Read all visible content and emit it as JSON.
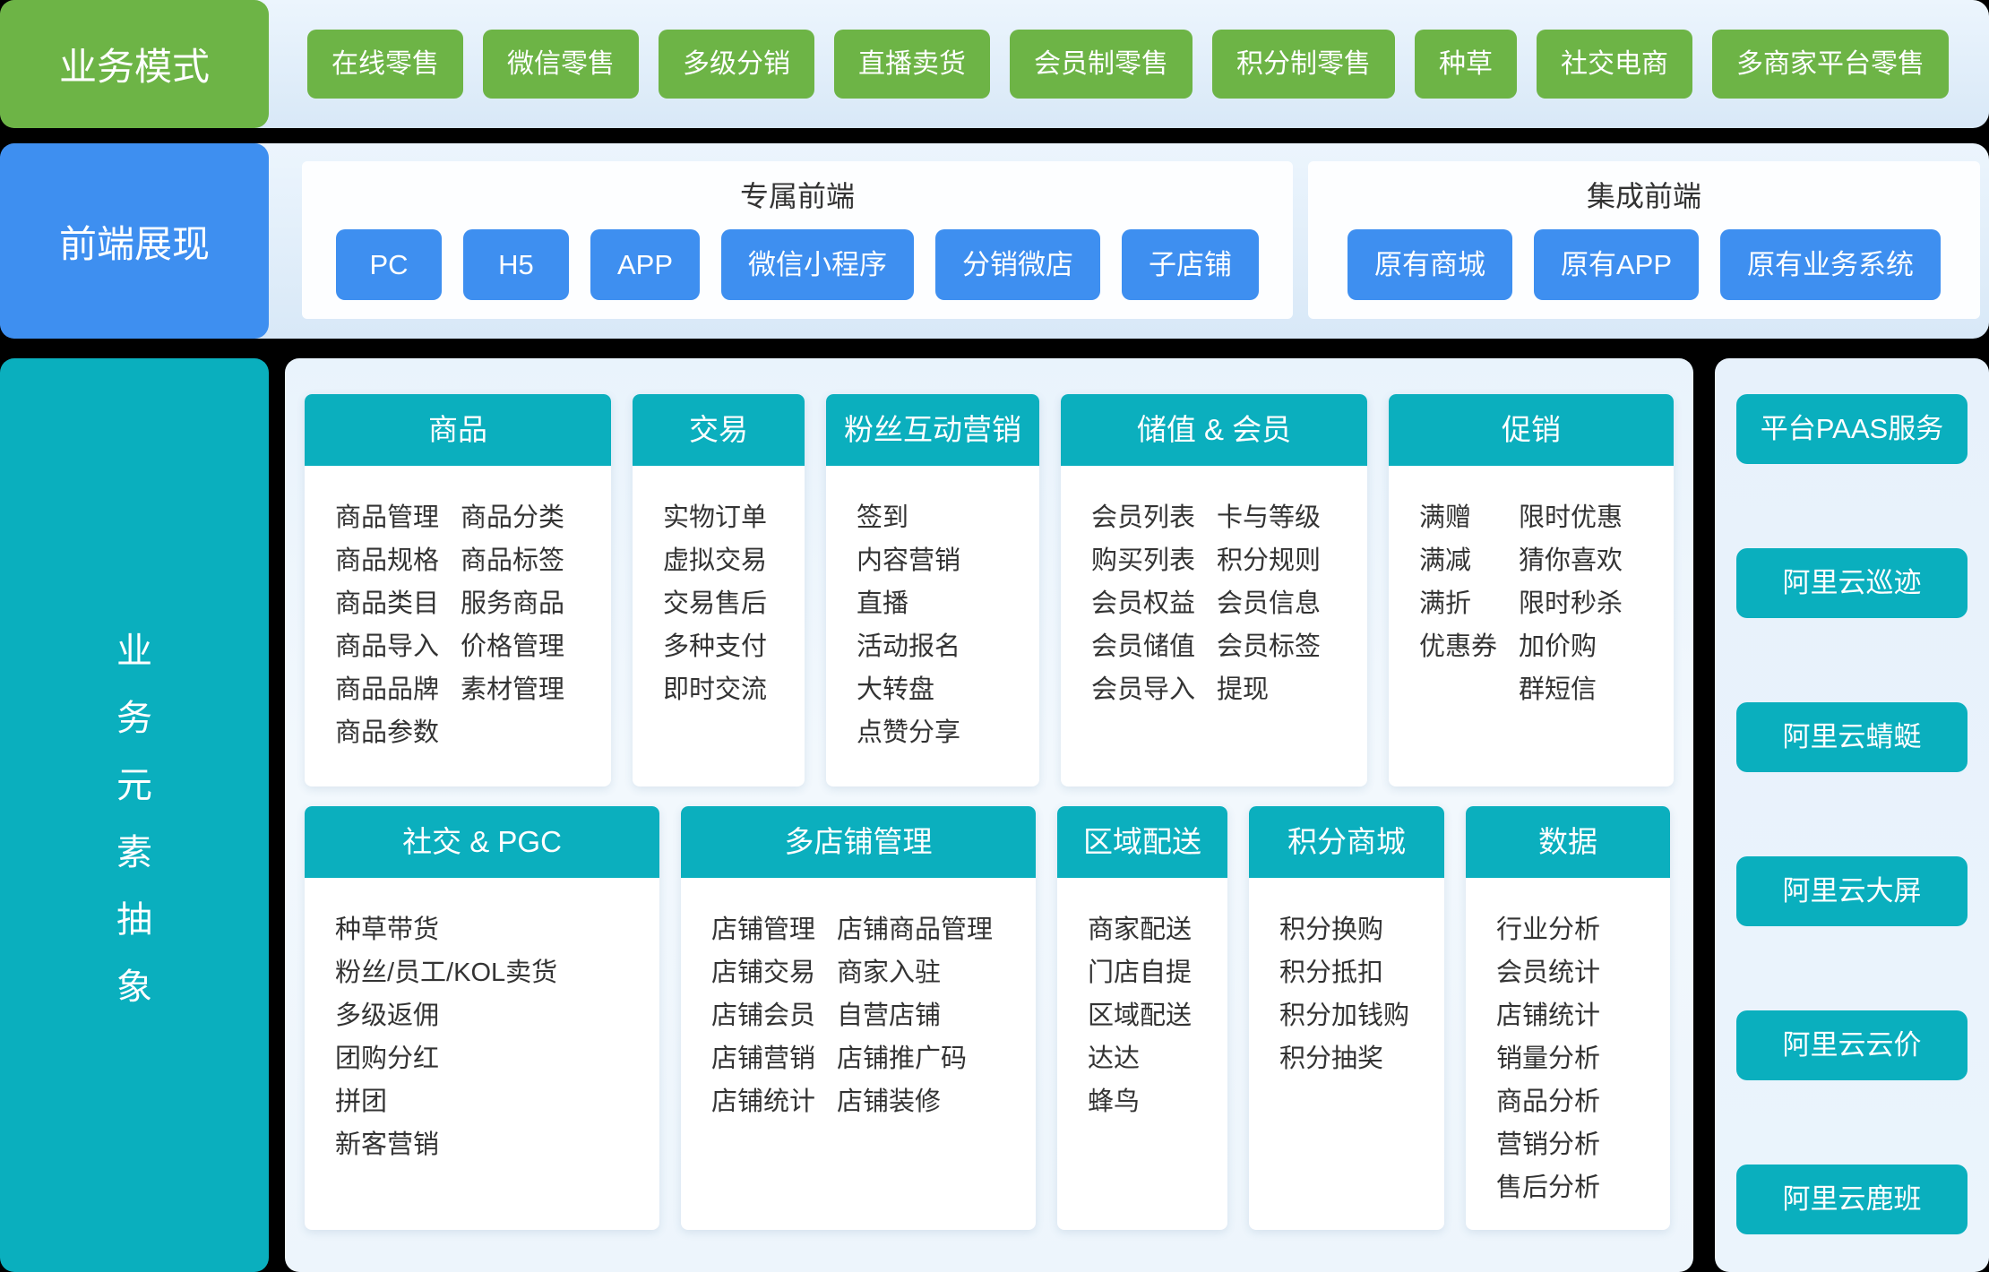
{
  "colors": {
    "green": "#6db446",
    "blue": "#3e8ff0",
    "teal": "#0aafbe",
    "page_bg": "#000000"
  },
  "business_modes": {
    "label": "业务模式",
    "items": [
      "在线零售",
      "微信零售",
      "多级分销",
      "直播卖货",
      "会员制零售",
      "积分制零售",
      "种草",
      "社交电商",
      "多商家平台零售"
    ]
  },
  "frontend": {
    "label": "前端展现",
    "dedicated": {
      "title": "专属前端",
      "items": [
        "PC",
        "H5",
        "APP",
        "微信小程序",
        "分销微店",
        "子店铺"
      ]
    },
    "integrated": {
      "title": "集成前端",
      "items": [
        "原有商城",
        "原有APP",
        "原有业务系统"
      ]
    }
  },
  "abstraction": {
    "label": "业务元素抽象",
    "rows": [
      [
        {
          "title": "商品",
          "cols": [
            [
              "商品管理",
              "商品规格",
              "商品类目",
              "商品导入",
              "商品品牌",
              "商品参数"
            ],
            [
              "商品分类",
              "商品标签",
              "服务商品",
              "价格管理",
              "素材管理"
            ]
          ]
        },
        {
          "title": "交易",
          "cols": [
            [
              "实物订单",
              "虚拟交易",
              "交易售后",
              "多种支付",
              "即时交流"
            ]
          ]
        },
        {
          "title": "粉丝互动营销",
          "cols": [
            [
              "签到",
              "内容营销",
              "直播",
              "活动报名",
              "大转盘",
              "点赞分享"
            ]
          ]
        },
        {
          "title": "储值 & 会员",
          "cols": [
            [
              "会员列表",
              "购买列表",
              "会员权益",
              "会员储值",
              "会员导入"
            ],
            [
              "卡与等级",
              "积分规则",
              "会员信息",
              "会员标签",
              "提现"
            ]
          ]
        },
        {
          "title": "促销",
          "cols": [
            [
              "满赠",
              "满减",
              "满折",
              "优惠券"
            ],
            [
              "限时优惠",
              "猜你喜欢",
              "限时秒杀",
              "加价购",
              "群短信"
            ]
          ]
        }
      ],
      [
        {
          "title": "社交 & PGC",
          "cols": [
            [
              "种草带货",
              "粉丝/员工/KOL卖货",
              "多级返佣",
              "团购分红",
              "拼团",
              "新客营销"
            ]
          ]
        },
        {
          "title": "多店铺管理",
          "cols": [
            [
              "店铺管理",
              "店铺交易",
              "店铺会员",
              "店铺营销",
              "店铺统计"
            ],
            [
              "店铺商品管理",
              "商家入驻",
              "自营店铺",
              "店铺推广码",
              "店铺装修"
            ]
          ]
        },
        {
          "title": "区域配送",
          "cols": [
            [
              "商家配送",
              "门店自提",
              "区域配送",
              "达达",
              "蜂鸟"
            ]
          ]
        },
        {
          "title": "积分商城",
          "cols": [
            [
              "积分换购",
              "积分抵扣",
              "积分加钱购",
              "积分抽奖"
            ]
          ]
        },
        {
          "title": "数据",
          "cols": [
            [
              "行业分析",
              "会员统计",
              "店铺统计",
              "销量分析",
              "商品分析",
              "营销分析",
              "售后分析"
            ]
          ]
        }
      ]
    ]
  },
  "paas": {
    "items": [
      "平台PAAS服务",
      "阿里云巡迹",
      "阿里云蜻蜓",
      "阿里云大屏",
      "阿里云云价",
      "阿里云鹿班"
    ]
  }
}
